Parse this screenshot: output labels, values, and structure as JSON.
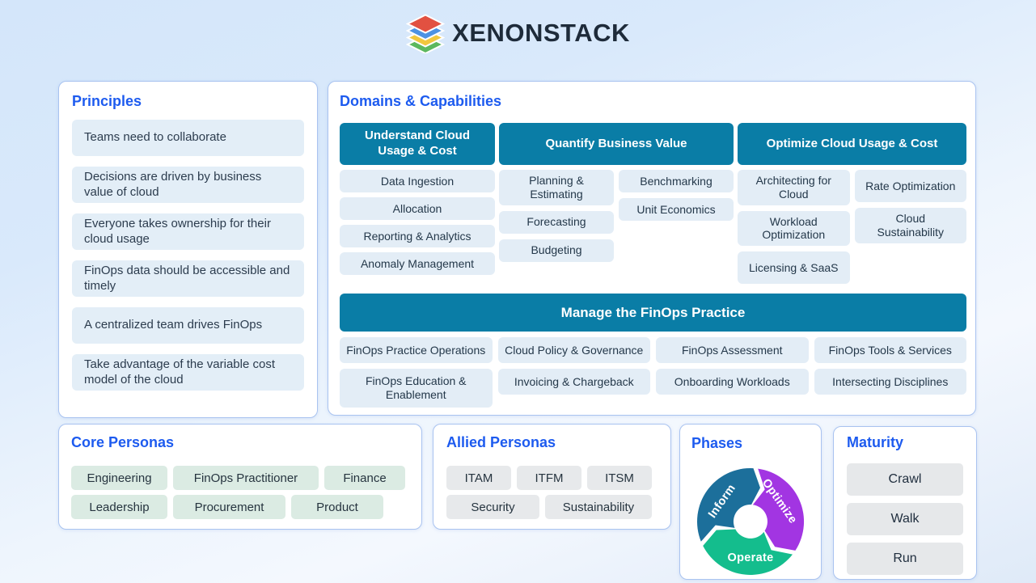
{
  "brand": {
    "name": "XENONSTACK",
    "logo_colors": [
      "#5cb85f",
      "#f1c73e",
      "#4d92e3",
      "#e25141"
    ]
  },
  "colors": {
    "accent_blue": "#1d5bef",
    "teal_header": "#0a7da6",
    "chip_blue": "#e3edf6",
    "chip_green": "#dbebe3",
    "chip_gray": "#e7e9eb",
    "panel_border": "#a9c3f0"
  },
  "principles": {
    "title": "Principles",
    "items": [
      "Teams need to collaborate",
      "Decisions are driven by business value of cloud",
      "Everyone takes ownership for their cloud usage",
      "FinOps data should be accessible and timely",
      "A centralized team drives FinOps",
      "Take advantage of the variable cost model of the cloud"
    ]
  },
  "domains": {
    "title": "Domains & Capabilities",
    "understand": {
      "header": "Understand Cloud Usage & Cost",
      "items": [
        "Data Ingestion",
        "Allocation",
        "Reporting & Analytics",
        "Anomaly Management"
      ]
    },
    "quantify": {
      "header": "Quantify Business Value",
      "col_a": [
        "Planning & Estimating",
        "Forecasting",
        "Budgeting"
      ],
      "col_b": [
        "Benchmarking",
        "Unit Economics"
      ]
    },
    "optimize": {
      "header": "Optimize Cloud Usage & Cost",
      "col_a": [
        "Architecting for Cloud",
        "Workload Optimization",
        "Licensing & SaaS"
      ],
      "col_b": [
        "Rate Optimization",
        "Cloud Sustainability"
      ]
    },
    "manage": {
      "header": "Manage the FinOps Practice",
      "row1": [
        "FinOps Practice Operations",
        "Cloud Policy & Governance",
        "FinOps Assessment",
        "FinOps Tools & Services"
      ],
      "row2": [
        "FinOps Education & Enablement",
        "Invoicing & Chargeback",
        "Onboarding Workloads",
        "Intersecting Disciplines"
      ]
    }
  },
  "core_personas": {
    "title": "Core Personas",
    "row1": [
      "Engineering",
      "FinOps Practitioner",
      "Finance"
    ],
    "row2": [
      "Leadership",
      "Procurement",
      "Product"
    ]
  },
  "allied_personas": {
    "title": "Allied Personas",
    "row1": [
      "ITAM",
      "ITFM",
      "ITSM"
    ],
    "row2": [
      "Security",
      "Sustainability"
    ]
  },
  "phases": {
    "title": "Phases",
    "segments": [
      {
        "label": "Inform",
        "color": "#1c6f9b"
      },
      {
        "label": "Optimize",
        "color": "#a235e2"
      },
      {
        "label": "Operate",
        "color": "#14bd8d"
      }
    ]
  },
  "maturity": {
    "title": "Maturity",
    "items": [
      "Crawl",
      "Walk",
      "Run"
    ]
  }
}
